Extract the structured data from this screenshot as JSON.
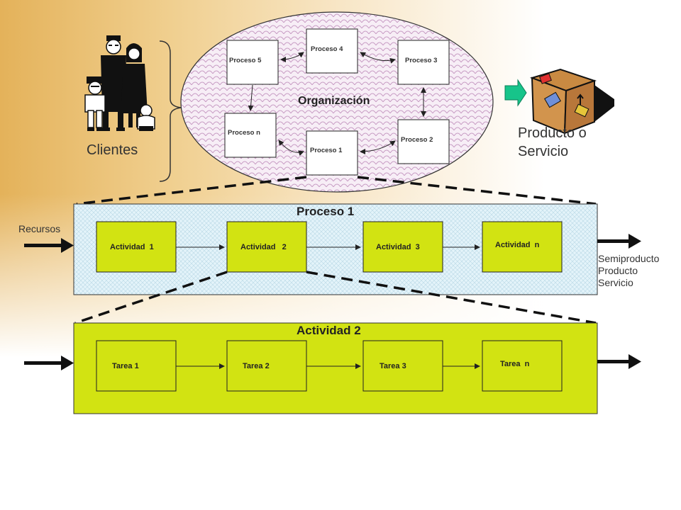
{
  "clients": {
    "label": "Clientes"
  },
  "organization": {
    "title": "Organización",
    "processes": {
      "p4": "Proceso 4",
      "p5": "Proceso 5",
      "p3": "Proceso 3",
      "pn": "Proceso n",
      "p1": "Proceso 1",
      "p2": "Proceso 2"
    }
  },
  "output": {
    "line1": "Producto o",
    "line2": "Servicio"
  },
  "process_detail": {
    "title": "Proceso 1",
    "input_label": "Recursos",
    "activities": [
      "Actividad  1",
      "Actividad   2",
      "Actividad  3",
      "Actividad  n"
    ],
    "outputs": [
      "Semiproducto",
      "Producto",
      "Servicio"
    ]
  },
  "activity_detail": {
    "title": "Actividad 2",
    "tasks": [
      "Tarea 1",
      "Tarea 2",
      "Tarea 3",
      "Tarea  n"
    ]
  },
  "colors": {
    "activity_fill": "#d2e312",
    "process_panel": "#dff0f8",
    "arrow_green": "#17c48a"
  }
}
